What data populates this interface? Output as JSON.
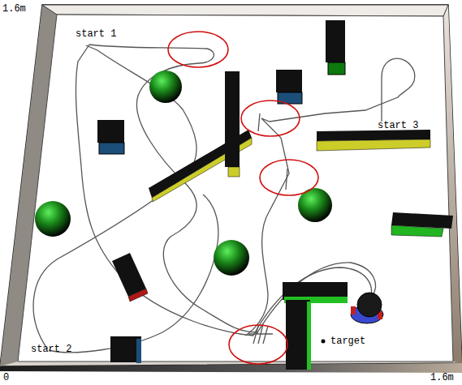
{
  "diagram": {
    "labels": [
      "1.6m",
      "start 1",
      "start 3",
      "start 2",
      "target",
      "0",
      "1.6m"
    ]
  }
}
